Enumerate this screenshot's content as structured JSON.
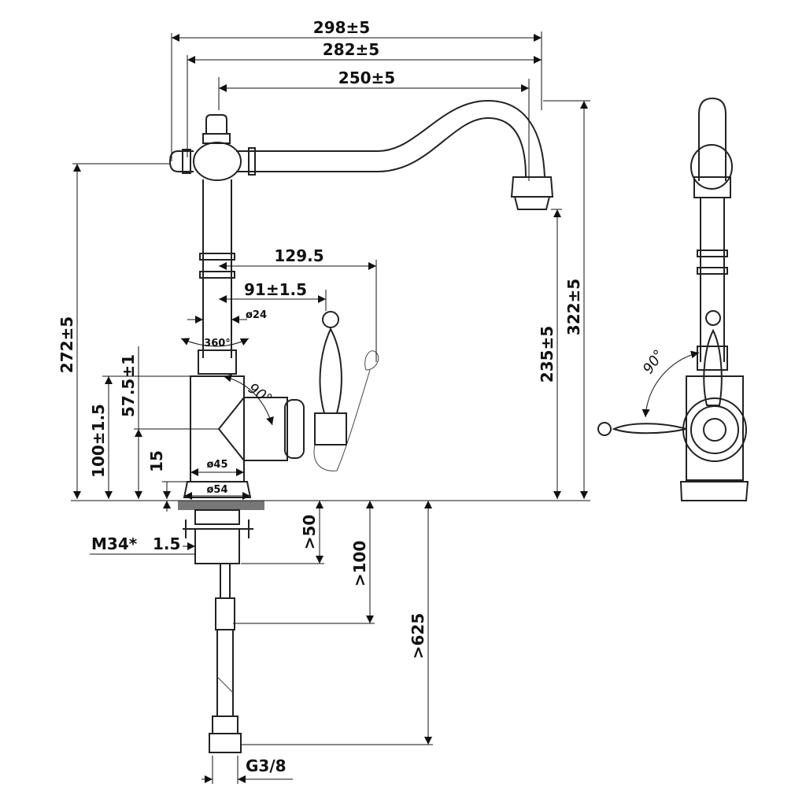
{
  "dimensions": {
    "overall_width": "298±5",
    "spout_width": "282±5",
    "spout_reach": "250±5",
    "overall_height": "322±5",
    "spout_outlet_height": "235±5",
    "pivot_height": "272±5",
    "handle_center_offset": "129.5",
    "handle_base_offset": "91±1.5",
    "column_diameter": "ø24",
    "rotation": "360°",
    "handle_rotation_front": "90°",
    "handle_rotation_side": "90°",
    "handle_height": "57.5±1",
    "body_height": "100±1.5",
    "base_height": "15",
    "body_diameter": "ø45",
    "base_diameter": "ø54",
    "thread": "M34*",
    "thread_pitch": "1.5",
    "min_counter_depth": ">50",
    "min_clearance": ">100",
    "hose_length": ">625",
    "hose_connection": "G3/8"
  }
}
